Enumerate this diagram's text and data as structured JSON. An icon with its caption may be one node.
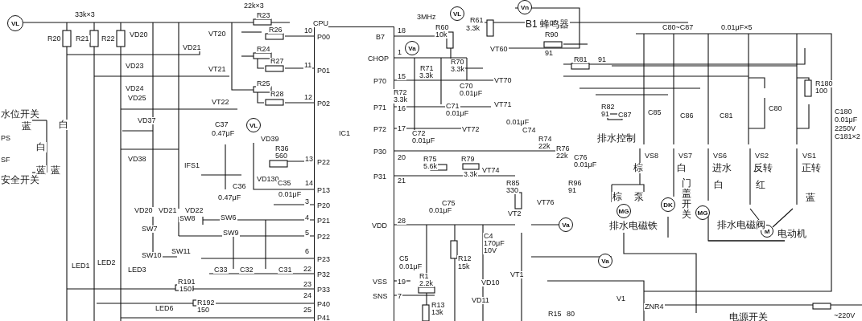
{
  "diagram": {
    "nodes": [
      {
        "text": [
          "VL"
        ]
      },
      {
        "text": [
          "CPU",
          "P00",
          "P01",
          "P02",
          "P22",
          "P13",
          "P20",
          "P21",
          "P22",
          "P23",
          "P32",
          "P33",
          "P40",
          "P41",
          "B7",
          "CHOP",
          "P70",
          "P71",
          "P72",
          "P30",
          "P31",
          "VDD",
          "VSS",
          "SNS",
          "IC1"
        ]
      },
      {
        "text": [
          "VL"
        ]
      },
      {
        "text": [
          "VL"
        ]
      },
      {
        "text": [
          "Vn"
        ]
      },
      {
        "text": [
          "Va"
        ]
      },
      {
        "text": [
          "Va"
        ]
      },
      {
        "text": [
          "Va"
        ]
      },
      {
        "text": [
          "MG"
        ]
      },
      {
        "text": [
          "DK"
        ]
      },
      {
        "text": [
          "MG"
        ]
      },
      {
        "text": [
          "M"
        ]
      }
    ],
    "edges": [],
    "labels": [
      "33k×3",
      "R20",
      "R21",
      "R22",
      "VD20",
      "VT20",
      "VD21",
      "VD23",
      "VT21",
      "VD24",
      "VD25",
      "VT22",
      "VD37",
      "VD38",
      "22k×3",
      "R23",
      "R26",
      "R24",
      "R27",
      "R25",
      "R28",
      "10",
      "11",
      "12",
      "水位开关",
      "蓝",
      "白",
      "PS",
      "白",
      "SF",
      "蓝",
      "蓝",
      "安全开关",
      "C37",
      "0.47μF",
      "VD39",
      "R36",
      "560",
      "13",
      "IFS1",
      "VD130",
      "C36",
      "C35",
      "14",
      "0.47μF",
      "0.01μF",
      "3",
      "VD20",
      "VD21",
      "VD22",
      "SW8",
      "SW6",
      "4",
      "SW7",
      "SW9",
      "5",
      "SW10",
      "SW11",
      "6",
      "C33",
      "C32",
      "C31",
      "22",
      "LED1",
      "LED2",
      "LED3",
      "R191",
      "150",
      "23",
      "24",
      "LED6",
      "R192",
      "150",
      "25",
      "18",
      "1",
      "15",
      "16",
      "17",
      "20",
      "21",
      "28",
      "19",
      "7",
      "3MHz",
      "R60",
      "10k",
      "R61",
      "3.3k",
      "B1 蜂鸣器",
      "VT60",
      "R90",
      "91",
      "R81",
      "91",
      "R71",
      "3.3k",
      "R70",
      "3.3k",
      "R72",
      "3.3k",
      "C70",
      "0.01μF",
      "VT70",
      "C71",
      "0.01μF",
      "VT71",
      "VT72",
      "C72",
      "0.01μF",
      "0.01μF",
      "C74",
      "R74",
      "22k",
      "R76",
      "22k",
      "C76",
      "0.01μF",
      "R75",
      "5.6k",
      "R79",
      "3.3k",
      "VT74",
      "R85",
      "330",
      "R96",
      "91",
      "C75",
      "0.01μF",
      "VT76",
      "VT2",
      "C4",
      "170μF",
      "10V",
      "C5",
      "R12",
      "0.01μF",
      "15k",
      "R1",
      "2.2k",
      "VD10",
      "VT1",
      "VD11",
      "R13",
      "13k",
      "R15",
      "80",
      "V1",
      "ZNR4",
      "C80~C87",
      "0.01μF×5",
      "R180",
      "100",
      "C180",
      "0.01μF",
      "2250V",
      "C181×2",
      "R82",
      "91",
      "C87",
      "C85",
      "C86",
      "C81",
      "C80",
      "排水控制",
      "VS8",
      "VS7",
      "VS6",
      "VS2",
      "VS1",
      "棕",
      "白",
      "进水",
      "反转",
      "正转",
      "白",
      "红",
      "棕",
      "泵",
      "蓝",
      "排水电磁铁",
      "门盖开关",
      "排水电磁阀",
      "电动机",
      "电源开关",
      "~220V"
    ]
  }
}
